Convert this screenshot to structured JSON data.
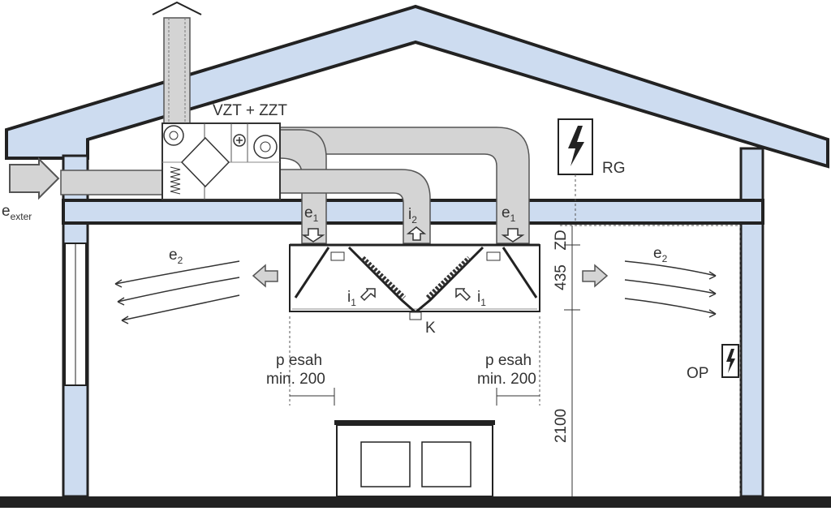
{
  "labels": {
    "unit": "VZT + ZZT",
    "rg": "RG",
    "op": "OP",
    "e_exter": "e",
    "e_exter_sub": "exter",
    "e1_left": "e",
    "e1_left_sub": "1",
    "i2": "i",
    "i2_sub": "2",
    "e1_right": "e",
    "e1_right_sub": "1",
    "e2_left": "e",
    "e2_left_sub": "2",
    "e2_right": "e",
    "e2_right_sub": "2",
    "i1_left": "i",
    "i1_left_sub": "1",
    "i1_right": "i",
    "i1_right_sub": "1",
    "k": "K",
    "overlap_left_1": "p esah",
    "overlap_left_2": "min. 200",
    "overlap_right_1": "p esah",
    "overlap_right_2": "min. 200",
    "dim_zd": "ZD",
    "dim_435": "435",
    "dim_2100": "2100"
  },
  "colors": {
    "wall": "#cddcf0",
    "duct": "#d4d4d4",
    "line": "#222222"
  }
}
